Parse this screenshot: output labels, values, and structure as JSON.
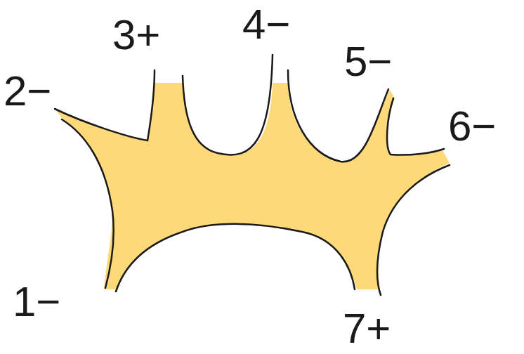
{
  "diagram": {
    "labels": [
      "1−",
      "2−",
      "3+",
      "4−",
      "5−",
      "6−",
      "7+"
    ]
  }
}
